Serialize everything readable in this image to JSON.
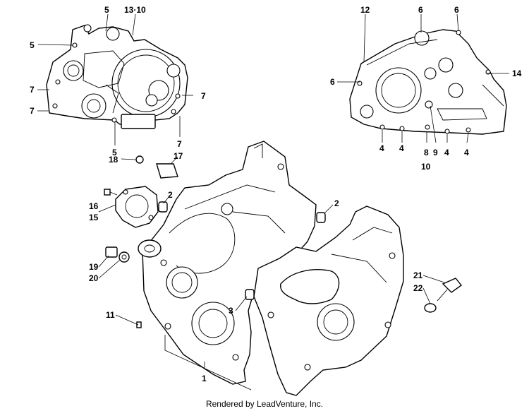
{
  "diagram": {
    "callouts": [
      {
        "id": "c5a",
        "text": "5"
      },
      {
        "id": "c1310",
        "text": "13·10"
      },
      {
        "id": "c5b",
        "text": "5"
      },
      {
        "id": "c7a",
        "text": "7"
      },
      {
        "id": "c7b",
        "text": "7"
      },
      {
        "id": "c7c",
        "text": "7"
      },
      {
        "id": "c5c",
        "text": "5"
      },
      {
        "id": "c7d",
        "text": "7"
      },
      {
        "id": "c12",
        "text": "12"
      },
      {
        "id": "c6a",
        "text": "6"
      },
      {
        "id": "c6b",
        "text": "6"
      },
      {
        "id": "c14",
        "text": "14"
      },
      {
        "id": "c6c",
        "text": "6"
      },
      {
        "id": "c4a",
        "text": "4"
      },
      {
        "id": "c4b",
        "text": "4"
      },
      {
        "id": "c8",
        "text": "8"
      },
      {
        "id": "c9",
        "text": "9"
      },
      {
        "id": "c4c",
        "text": "4"
      },
      {
        "id": "c4d",
        "text": "4"
      },
      {
        "id": "c10",
        "text": "10"
      },
      {
        "id": "c18",
        "text": "18"
      },
      {
        "id": "c17",
        "text": "17"
      },
      {
        "id": "c2a",
        "text": "2"
      },
      {
        "id": "c16",
        "text": "16"
      },
      {
        "id": "c15",
        "text": "15"
      },
      {
        "id": "c2b",
        "text": "2"
      },
      {
        "id": "c19",
        "text": "19"
      },
      {
        "id": "c20",
        "text": "20"
      },
      {
        "id": "c3",
        "text": "3"
      },
      {
        "id": "c21",
        "text": "21"
      },
      {
        "id": "c22",
        "text": "22"
      },
      {
        "id": "c11",
        "text": "11"
      },
      {
        "id": "c1",
        "text": "1"
      }
    ],
    "footer": "Rendered by LeadVenture, Inc."
  }
}
